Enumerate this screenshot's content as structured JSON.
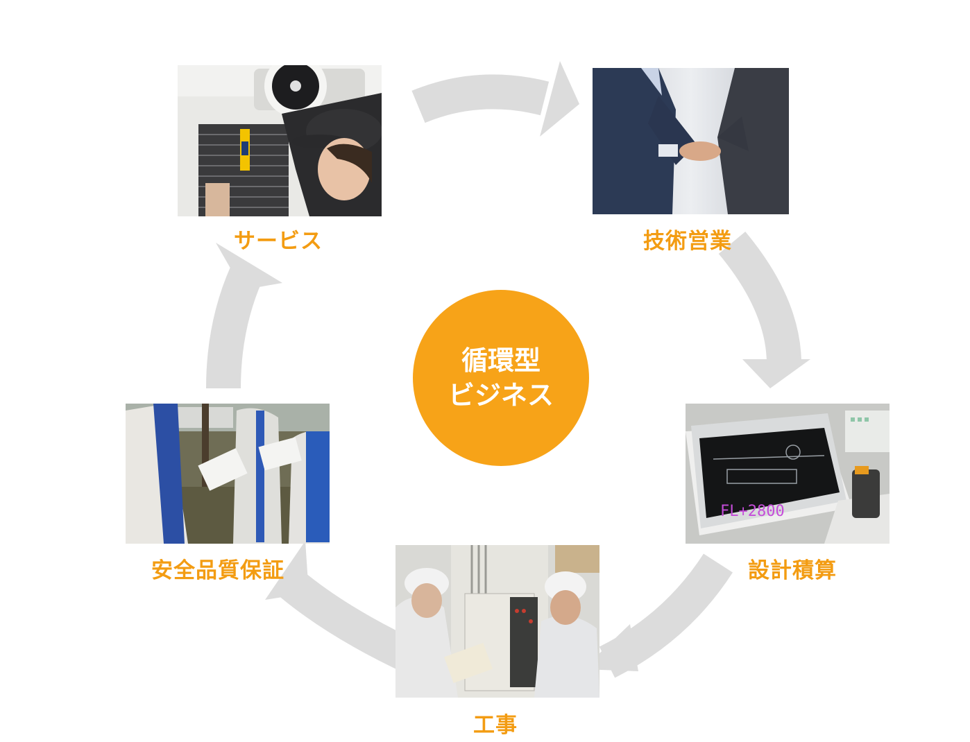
{
  "center": {
    "line1": "循環型",
    "line2": "ビジネス"
  },
  "stages": [
    {
      "label": "サービス",
      "photo": "technician-servicing-ceiling-air-conditioner"
    },
    {
      "label": "技術営業",
      "photo": "business-handshake"
    },
    {
      "label": "設計積算",
      "photo": "laptop-cad-drawing"
    },
    {
      "label": "工事",
      "photo": "workers-inspecting-electrical-panel"
    },
    {
      "label": "安全品質保証",
      "photo": "inspectors-with-clipboards-outdoors"
    }
  ],
  "colors": {
    "accent": "#f39c12",
    "circle": "#f7a318",
    "arrow": "#dcdcdc"
  },
  "cad_screen_text": "FL+2800"
}
